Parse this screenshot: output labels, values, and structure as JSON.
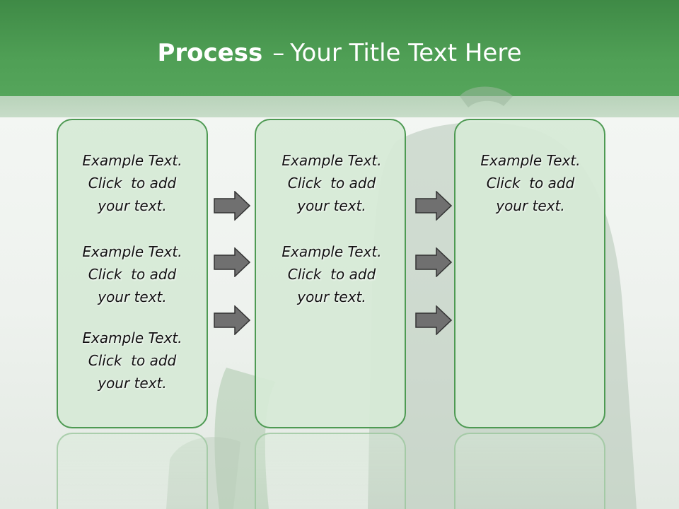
{
  "header": {
    "title_bold": "Process",
    "title_separator": "–",
    "title_rest": "Your Title Text Here"
  },
  "columns": [
    {
      "items": [
        {
          "line1": "Example Text.",
          "line2": "Click  to add",
          "line3": "your text."
        },
        {
          "line1": "Example Text.",
          "line2": "Click  to add",
          "line3": "your text."
        },
        {
          "line1": "Example Text.",
          "line2": "Click  to add",
          "line3": "your text."
        }
      ]
    },
    {
      "items": [
        {
          "line1": "Example Text.",
          "line2": "Click  to add",
          "line3": "your text."
        },
        {
          "line1": "Example Text.",
          "line2": "Click  to add",
          "line3": "your text."
        }
      ]
    },
    {
      "items": [
        {
          "line1": "Example Text.",
          "line2": "Click  to add",
          "line3": "your text."
        }
      ]
    }
  ],
  "colors": {
    "header_green": "#4f9f55",
    "box_border": "#4e9a53",
    "box_fill": "#d6ead6",
    "arrow_fill": "#707070"
  },
  "icons": {
    "arrow": "right-arrow-icon"
  }
}
